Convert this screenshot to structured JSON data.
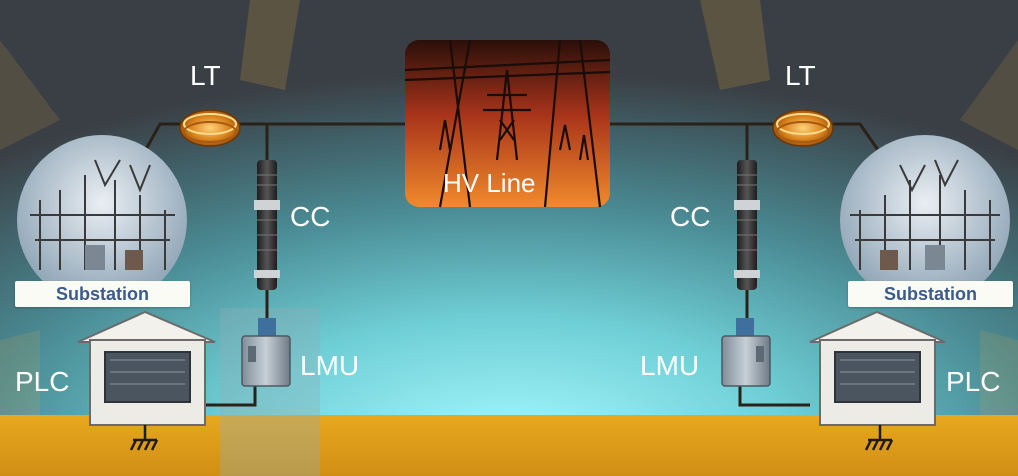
{
  "labels": {
    "lt_left": "LT",
    "lt_right": "LT",
    "hv_line": "HV Line",
    "cc_left": "CC",
    "cc_right": "CC",
    "lmu_left": "LMU",
    "lmu_right": "LMU",
    "plc_left": "PLC",
    "plc_right": "PLC",
    "substation_left": "Substation",
    "substation_right": "Substation"
  },
  "colors": {
    "sky_top": "#3a3f45",
    "sky_mid": "#4f8f98",
    "sky_glow": "#9ef0f5",
    "ground": "#e0a01c",
    "ground_dark": "#b47410",
    "gear_accent": "#f3b23a",
    "wire": "#2a2218",
    "house": "#e8e6e0",
    "substation_text": "#3b5b8c",
    "hv_sunset_top": "#3a140c",
    "hv_sunset_bottom": "#e86a1a"
  }
}
